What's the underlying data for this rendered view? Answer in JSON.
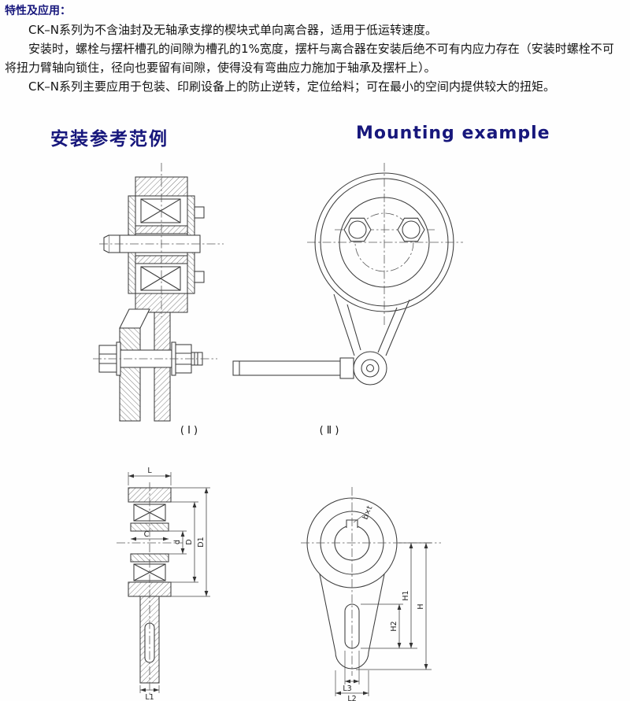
{
  "intro": {
    "title": "特性及应用：",
    "paragraphs": [
      "CK–N系列为不含油封及无轴承支撑的楔块式单向离合器，适用于低运转速度。",
      "安装时，螺栓与摆杆槽孔的间隙为槽孔的1%宽度，摆杆与离合器在安装后绝不可有内应力存在（安装时螺栓不可将扭力臂轴向锁住，径向也要留有间隙，使得没有弯曲应力施加于轴承及摆杆上）。",
      "CK–N系列主要应用于包装、印刷设备上的防止逆转，定位给料；可在最小的空间内提供较大的扭矩。"
    ]
  },
  "headings": {
    "cn": "安装参考范例",
    "en": "Mounting example"
  },
  "figures": {
    "fig1_caption": "( Ⅰ )",
    "fig2_caption": "( Ⅱ )",
    "section_dims": {
      "L": "L",
      "C": "C",
      "d": "d",
      "D": "D",
      "D1": "D1",
      "L1": "L1"
    },
    "front_dims": {
      "bxt": "b×t",
      "H1": "H1",
      "H": "H",
      "H2": "H2",
      "L3": "L3",
      "L2": "L2"
    }
  },
  "colors": {
    "heading": "#17177c",
    "body_text": "#141414",
    "line": "#3c3c3c"
  }
}
